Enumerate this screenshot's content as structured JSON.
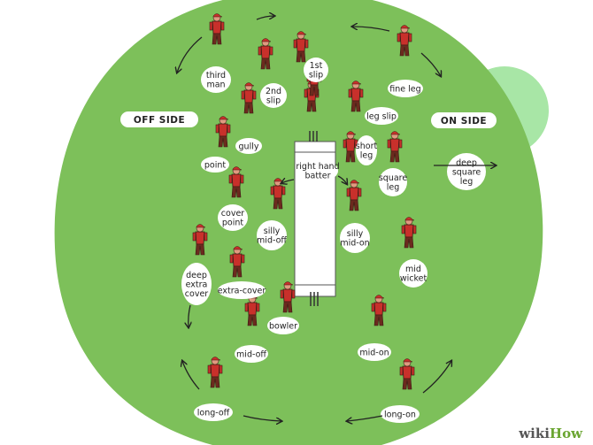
{
  "colors": {
    "field": "#7dc05a",
    "field_edge": "#a8e6a6",
    "pitch": "#ffffff",
    "player_shirt": "#c8302b",
    "player_skin": "#e09a80",
    "ink": "#222222"
  },
  "labels": {
    "third_man": [
      "third",
      "man"
    ],
    "second_slip": [
      "2nd",
      "slip"
    ],
    "first_slip": [
      "1st",
      "slip"
    ],
    "fine_leg": [
      "fine leg"
    ],
    "off_side": "OFF SIDE",
    "on_side": "ON SIDE",
    "leg_slip": [
      "leg slip"
    ],
    "gully": [
      "gully"
    ],
    "short_leg": [
      "short",
      "leg"
    ],
    "point": [
      "point"
    ],
    "right_hand_batter": [
      "right hand",
      "batter"
    ],
    "square_leg": [
      "square",
      "leg"
    ],
    "deep_square_leg": [
      "deep",
      "square",
      "leg"
    ],
    "cover_point": [
      "cover",
      "point"
    ],
    "silly_mid_off": [
      "silly",
      "mid-off"
    ],
    "silly_mid_on": [
      "silly",
      "mid-on"
    ],
    "mid_wicket": [
      "mid",
      "wicket"
    ],
    "deep_extra_cover": [
      "deep",
      "extra",
      "cover"
    ],
    "extra_cover": [
      "extra-cover"
    ],
    "bowler": [
      "bowler"
    ],
    "mid_off": [
      "mid-off"
    ],
    "mid_on": [
      "mid-on"
    ],
    "long_off": [
      "long-off"
    ],
    "long_on": [
      "long-on"
    ]
  },
  "brand": {
    "part1": "wiki",
    "part2": "How"
  }
}
